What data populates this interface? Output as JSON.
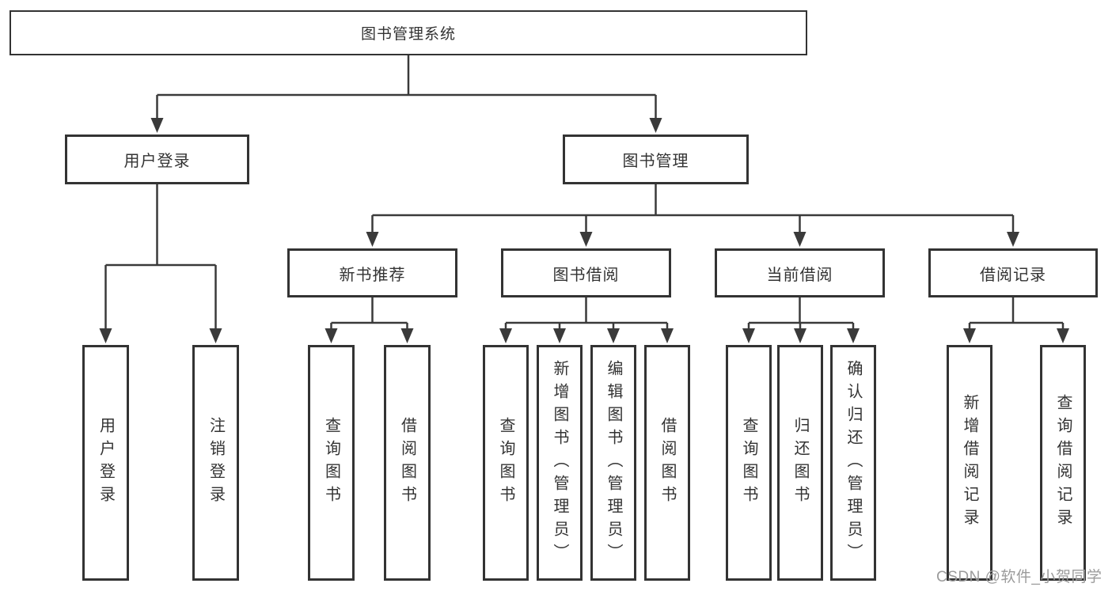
{
  "diagram": {
    "type": "tree",
    "title": "图书管理系统",
    "root": {
      "id": "root",
      "label": "图书管理系统",
      "children": [
        {
          "id": "user-login",
          "label": "用户登录",
          "children": [
            {
              "id": "ul-login",
              "label": "用户登录"
            },
            {
              "id": "ul-logout",
              "label": "注销登录"
            }
          ]
        },
        {
          "id": "book-mgmt",
          "label": "图书管理",
          "children": [
            {
              "id": "new-book-rec",
              "label": "新书推荐",
              "children": [
                {
                  "id": "nb-query",
                  "label": "查询图书"
                },
                {
                  "id": "nb-borrow",
                  "label": "借阅图书"
                }
              ]
            },
            {
              "id": "book-borrow",
              "label": "图书借阅",
              "children": [
                {
                  "id": "bb-query",
                  "label": "查询图书"
                },
                {
                  "id": "bb-add",
                  "label": "新增图书（管理员）"
                },
                {
                  "id": "bb-edit",
                  "label": "编辑图书（管理员）"
                },
                {
                  "id": "bb-borrow",
                  "label": "借阅图书"
                }
              ]
            },
            {
              "id": "current-borrow",
              "label": "当前借阅",
              "children": [
                {
                  "id": "cb-query",
                  "label": "查询图书"
                },
                {
                  "id": "cb-return",
                  "label": "归还图书"
                },
                {
                  "id": "cb-confirm",
                  "label": "确认归还（管理员）"
                }
              ]
            },
            {
              "id": "borrow-records",
              "label": "借阅记录",
              "children": [
                {
                  "id": "br-add",
                  "label": "新增借阅记录"
                },
                {
                  "id": "br-query",
                  "label": "查询借阅记录"
                }
              ]
            }
          ]
        }
      ]
    }
  },
  "watermark": {
    "text": "CSDN @软件_小贺同学"
  },
  "colors": {
    "line": "#3a3a3a",
    "box_border": "#333333",
    "text": "#333333",
    "watermark": "#9b9b9b",
    "background": "#ffffff"
  }
}
